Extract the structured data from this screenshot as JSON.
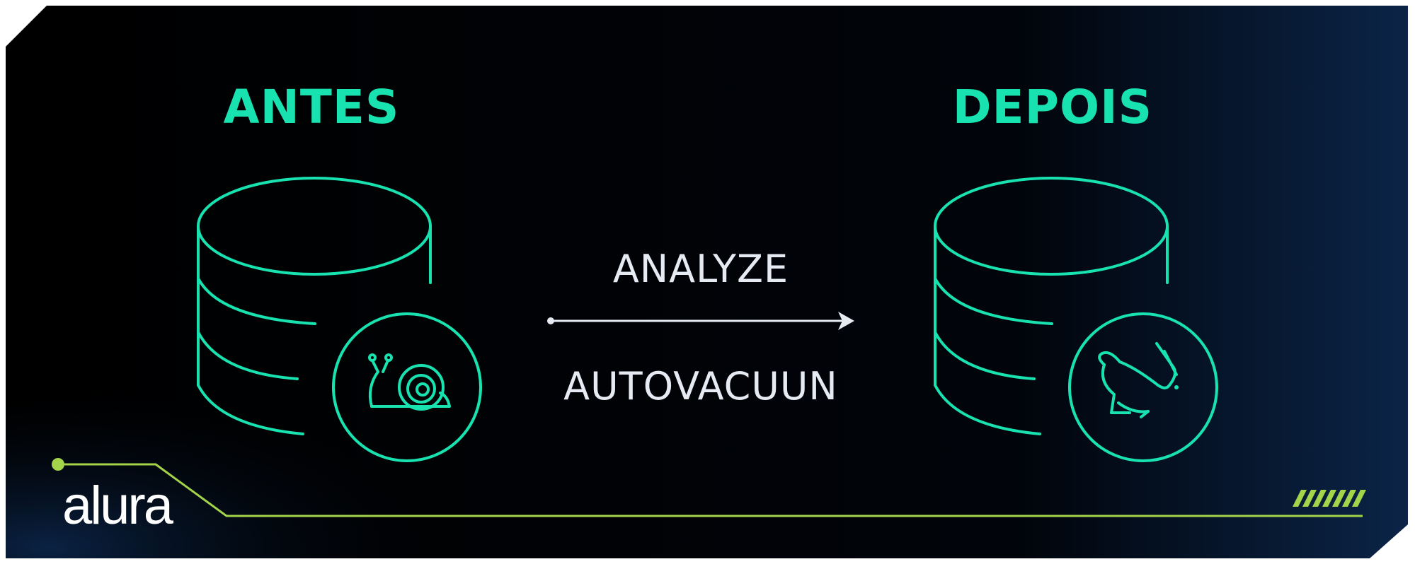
{
  "banner": {
    "before_label": "ANTES",
    "after_label": "DEPOIS",
    "process_top_label": "ANALYZE",
    "process_bottom_label": "AUTOVACUUN",
    "before_icon": "snail-icon",
    "after_icon": "rabbit-icon",
    "logo_text": "alura"
  },
  "colors": {
    "accent": "#18e3b0",
    "text": "#e6eaf2",
    "line_accent": "#a3d44a",
    "background_dark": "#000000",
    "background_glow": "#0b2447"
  }
}
